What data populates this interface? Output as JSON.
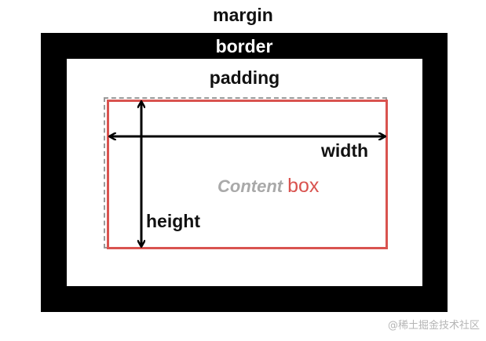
{
  "diagram": {
    "margin_label": "margin",
    "border_label": "border",
    "padding_label": "padding",
    "width_label": "width",
    "height_label": "height",
    "content_word": "Content",
    "box_word": "box"
  },
  "watermark": "@稀土掘金技术社区",
  "colors": {
    "border_fill": "#000000",
    "content_outline": "#d9534f",
    "content_word": "#a9a9a9",
    "arrows": "#000000"
  }
}
